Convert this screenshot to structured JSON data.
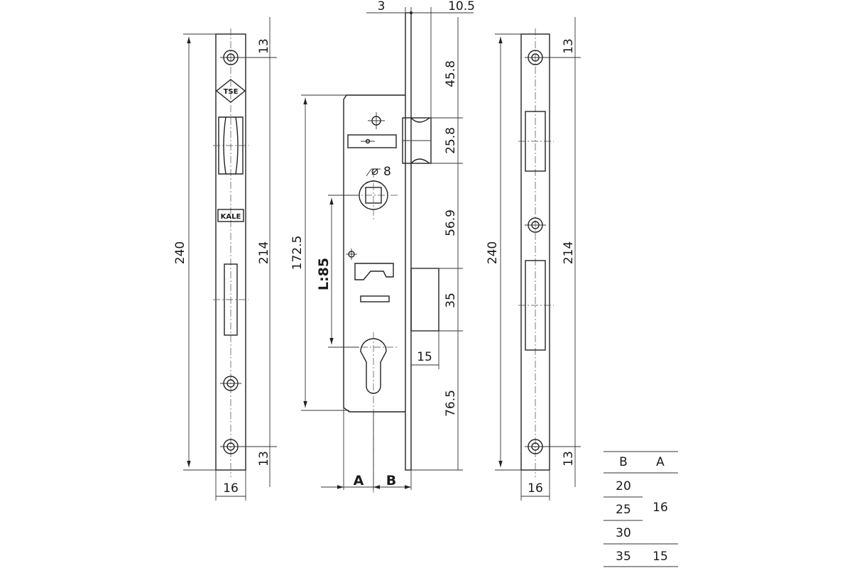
{
  "dimensions": {
    "left_plate": {
      "top_offset": "13",
      "bottom_offset": "13",
      "total_length": "240",
      "hole_spacing": "214",
      "width": "16"
    },
    "lock_body": {
      "top_thickness": "3",
      "top_offset": "10.5",
      "upper_gap": "45.8",
      "latch_height": "25.8",
      "spindle_diameter": "8",
      "spindle_to_bolt": "56.9",
      "body_height": "172.5",
      "center_distance": "L:85",
      "bolt_height": "35",
      "bolt_throw": "15",
      "cylinder_to_bottom": "76.5",
      "label_a": "A",
      "label_b": "B"
    },
    "right_plate": {
      "top_offset": "13",
      "bottom_offset": "13",
      "total_length": "240",
      "hole_spacing": "214",
      "width": "16"
    }
  },
  "logos": {
    "top": "TSE",
    "middle": "KALE"
  },
  "table": {
    "headers": [
      "B",
      "A"
    ],
    "rows": [
      {
        "b": "20",
        "a": ""
      },
      {
        "b": "25",
        "a": "16"
      },
      {
        "b": "30",
        "a": ""
      },
      {
        "b": "35",
        "a": "15"
      }
    ]
  }
}
